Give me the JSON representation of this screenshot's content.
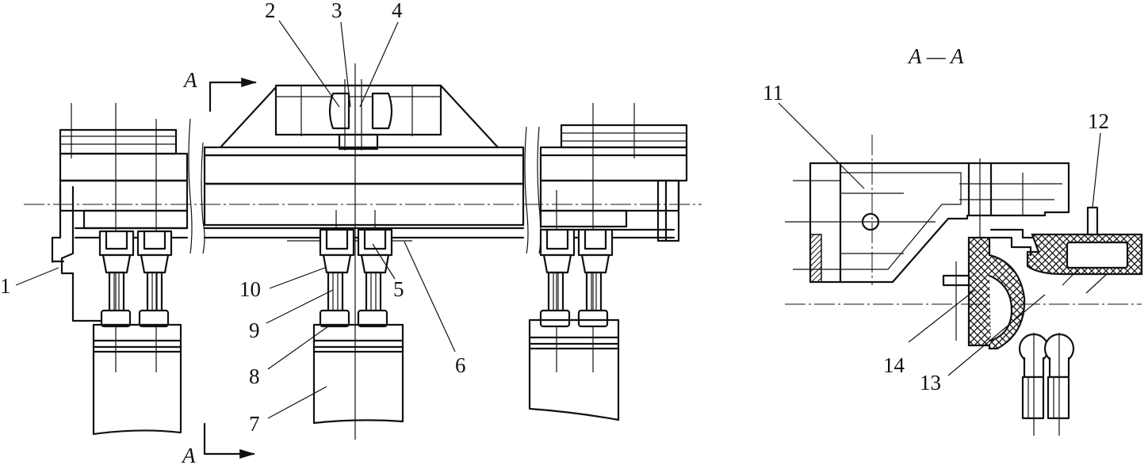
{
  "labels": {
    "n1": "1",
    "n2": "2",
    "n3": "3",
    "n4": "4",
    "n5": "5",
    "n6": "6",
    "n7": "7",
    "n8": "8",
    "n9": "9",
    "n10": "10",
    "n11": "11",
    "n12": "12",
    "n13": "13",
    "n14": "14"
  },
  "section": {
    "marker_top": "A",
    "marker_bottom": "A",
    "view_title": "A — A"
  }
}
